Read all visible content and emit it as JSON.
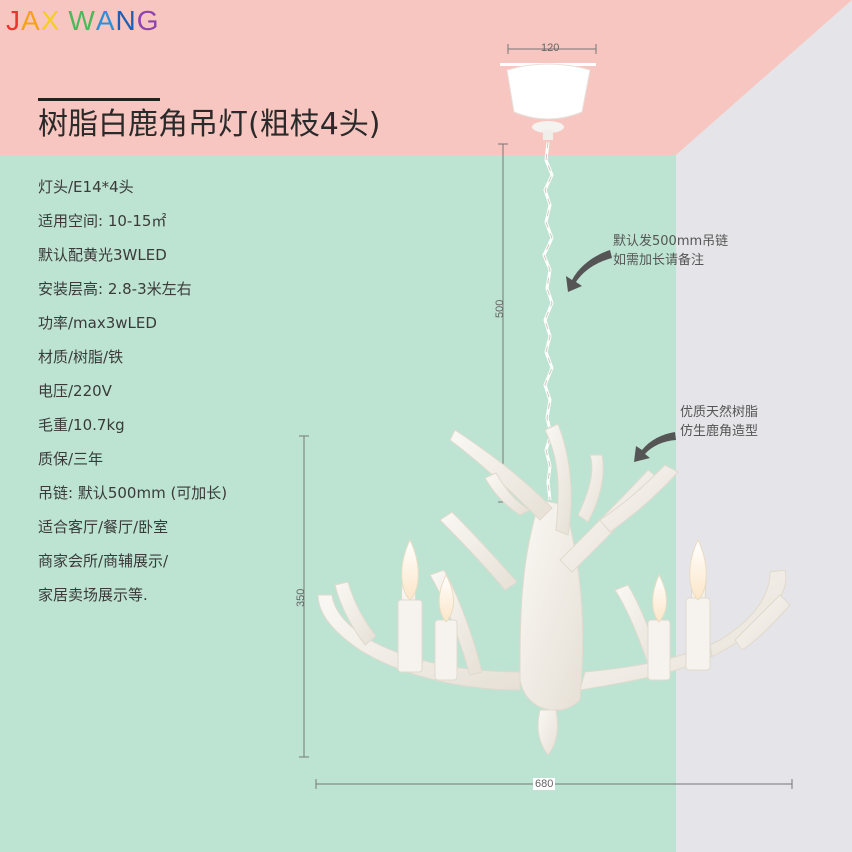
{
  "brand": {
    "text": "JAX WANG",
    "letter_colors": [
      "#e8372f",
      "#f5a21a",
      "#f6cf1b",
      "#ffffff",
      "#4bb95a",
      "#2f8fd6",
      "#1f5fb5",
      "#8e44ad"
    ]
  },
  "product": {
    "title": "树脂白鹿角吊灯(粗枝4头)"
  },
  "specs": [
    "灯头/E14*4头",
    "适用空间: 10-15㎡",
    "默认配黄光3WLED",
    "安装层高: 2.8-3米左右",
    "功率/max3wLED",
    "材质/树脂/铁",
    "电压/220V",
    "毛重/10.7kg",
    "质保/三年",
    "吊链: 默认500mm (可加长)",
    "适合客厅/餐厅/卧室",
    "商家会所/商辅展示/",
    "家居卖场展示等."
  ],
  "dimensions": {
    "canopy_width": "120",
    "chain_length": "500",
    "fixture_height": "350",
    "fixture_width": "680"
  },
  "notes": {
    "chain_line1": "默认发500mm吊链",
    "chain_line2": "如需加长请备注",
    "resin_line1": "优质天然树脂",
    "resin_line2": "仿生鹿角造型"
  },
  "colors": {
    "pink": "#f7c6c0",
    "green": "#bde4d2",
    "grey": "#e5e5e9",
    "antler_white": "#f4f1ec"
  }
}
